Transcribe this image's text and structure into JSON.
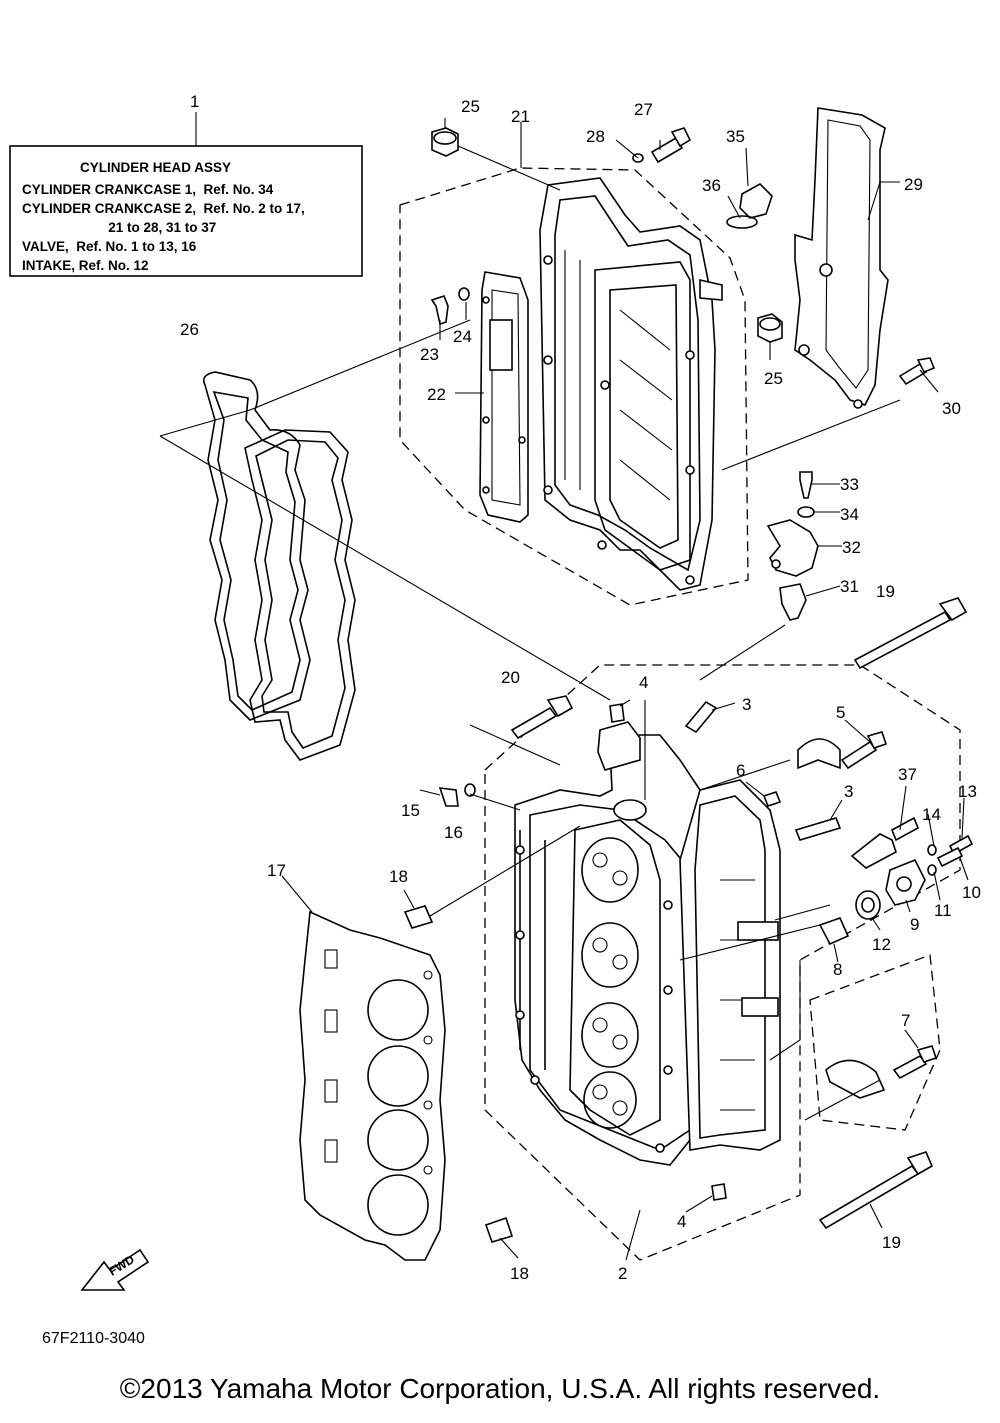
{
  "info_box": {
    "title": "CYLINDER HEAD ASSY",
    "lines": [
      "CYLINDER CRANKCASE 1,  Ref. No. 34",
      "CYLINDER CRANKCASE 2,  Ref. No. 2 to 17,",
      "                       21 to 28, 31 to 37",
      "VALVE,  Ref. No. 1 to 13, 16",
      "INTAKE, Ref. No. 12"
    ]
  },
  "callouts": {
    "c1": "1",
    "c2": "2",
    "c3a": "3",
    "c3b": "3",
    "c4a": "4",
    "c4b": "4",
    "c5": "5",
    "c6": "6",
    "c7": "7",
    "c8": "8",
    "c9": "9",
    "c10": "10",
    "c11": "11",
    "c12": "12",
    "c13": "13",
    "c14": "14",
    "c15": "15",
    "c16": "16",
    "c17": "17",
    "c18a": "18",
    "c18b": "18",
    "c19a": "19",
    "c19b": "19",
    "c20": "20",
    "c21": "21",
    "c22": "22",
    "c23": "23",
    "c24": "24",
    "c25a": "25",
    "c25b": "25",
    "c26": "26",
    "c27": "27",
    "c28": "28",
    "c29": "29",
    "c30": "30",
    "c31": "31",
    "c32": "32",
    "c33": "33",
    "c34": "34",
    "c35": "35",
    "c36": "36",
    "c37": "37"
  },
  "fwd_label": "FWD",
  "part_code": "67F2110-3040",
  "copyright": "©2013 Yamaha Motor Corporation, U.S.A. All rights reserved."
}
